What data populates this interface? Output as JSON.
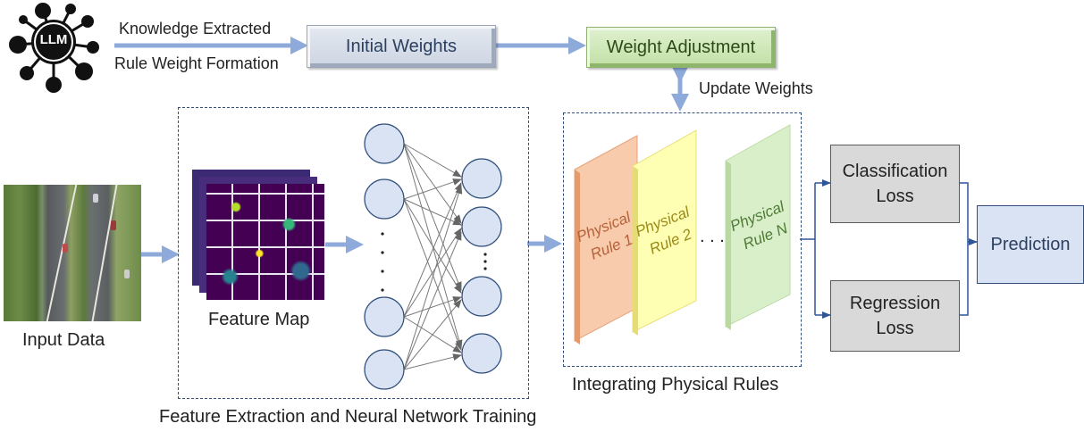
{
  "llm": {
    "label": "LLM"
  },
  "top": {
    "knowledge_label": "Knowledge Extracted",
    "rule_weight_label": "Rule Weight Formation",
    "initial_weights": "Initial Weights",
    "weight_adjustment": "Weight Adjustment",
    "update_weights": "Update Weights"
  },
  "input": {
    "label": "Input Data"
  },
  "feature": {
    "map_label": "Feature Map",
    "section_label": "Feature Extraction and Neural Network Training"
  },
  "network": {
    "dots_left": "· · · ·",
    "dots_right": "· · ·"
  },
  "rules": {
    "section_label": "Integrating Physical Rules",
    "rule1": [
      "Physical",
      "Rule 1"
    ],
    "rule2": [
      "Physical",
      "Rule 2"
    ],
    "ruleN": [
      "Physical",
      "Rule N"
    ],
    "ellipsis": ". . ."
  },
  "outputs": {
    "classification": [
      "Classification",
      "Loss"
    ],
    "regression": [
      "Regression",
      "Loss"
    ],
    "prediction": "Prediction"
  },
  "colors": {
    "arrow_blue": "#8eaadb",
    "node_fill": "#dae3f3",
    "node_stroke": "#2f4f7a",
    "rule1_fill": "#f8cbad",
    "rule2_fill": "#ffffb3",
    "ruleN_fill": "#d9efc9"
  }
}
